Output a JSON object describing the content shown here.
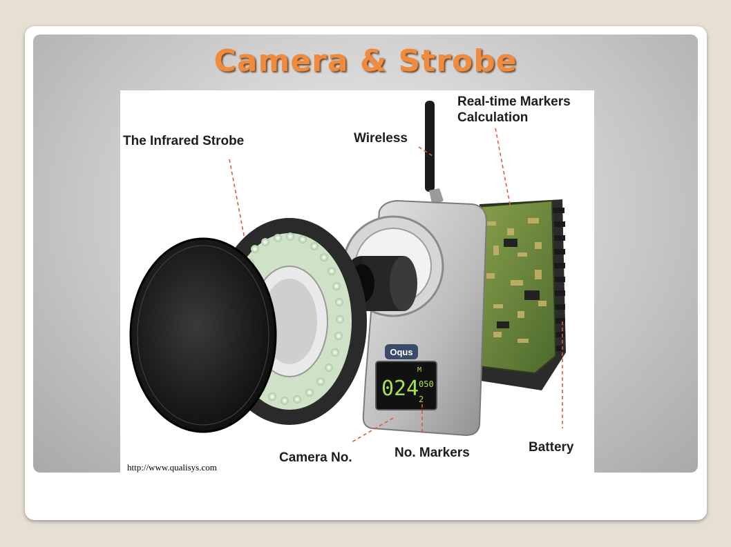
{
  "slide": {
    "title": "Camera & Strobe",
    "source_text": "http://www.qualisys.com"
  },
  "diagram": {
    "labels": {
      "infrared_strobe": "The Infrared Strobe",
      "wireless": "Wireless",
      "realtime_markers": "Real-time Markers\nCalculation",
      "camera_no": "Camera No.",
      "no_markers": "No. Markers",
      "battery": "Battery"
    },
    "device": {
      "brand": "Oqus",
      "display_large": "024",
      "display_small": "050",
      "display_count": "2",
      "display_mode": "M"
    }
  },
  "colors": {
    "title": "#f08a3c",
    "leader_line": "#e05a3a",
    "pcb": "#5e7a3a",
    "camera_body": "#c8c8c8"
  }
}
